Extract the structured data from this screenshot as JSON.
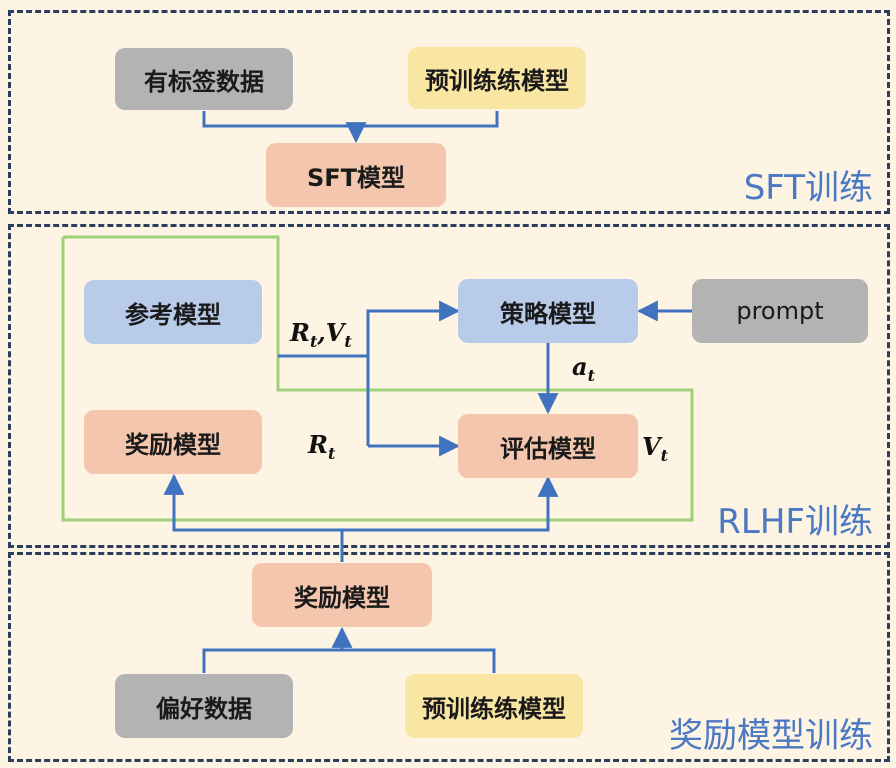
{
  "sections": {
    "sft": "SFT训练",
    "rlhf": "RLHF训练",
    "reward": "奖励模型训练"
  },
  "sft_stage": {
    "labeled_data": "有标签数据",
    "pretrained_model": "预训练练模型",
    "sft_model": "SFT模型"
  },
  "rlhf_stage": {
    "reference_model": "参考模型",
    "reward_model": "奖励模型",
    "policy_model": "策略模型",
    "critic_model": "评估模型",
    "prompt": "prompt",
    "label_rv": {
      "r": "R",
      "t1": "t",
      "sep": ",",
      "v": "V",
      "t2": "t"
    },
    "label_at": {
      "a": "a",
      "t": "t"
    },
    "label_rt": {
      "r": "R",
      "t": "t"
    },
    "label_vt": {
      "v": "V",
      "t": "t"
    }
  },
  "reward_stage": {
    "reward_model": "奖励模型",
    "preference_data": "偏好数据",
    "pretrained_model": "预训练练模型"
  },
  "colors": {
    "gray": "#b3b3b3",
    "yellow": "#fae6a3",
    "salmon": "#f3c6ad",
    "blue": "#b8ccea",
    "arrow": "#3f73c0",
    "green": "#9fd07a",
    "label": "#4a78c2"
  }
}
